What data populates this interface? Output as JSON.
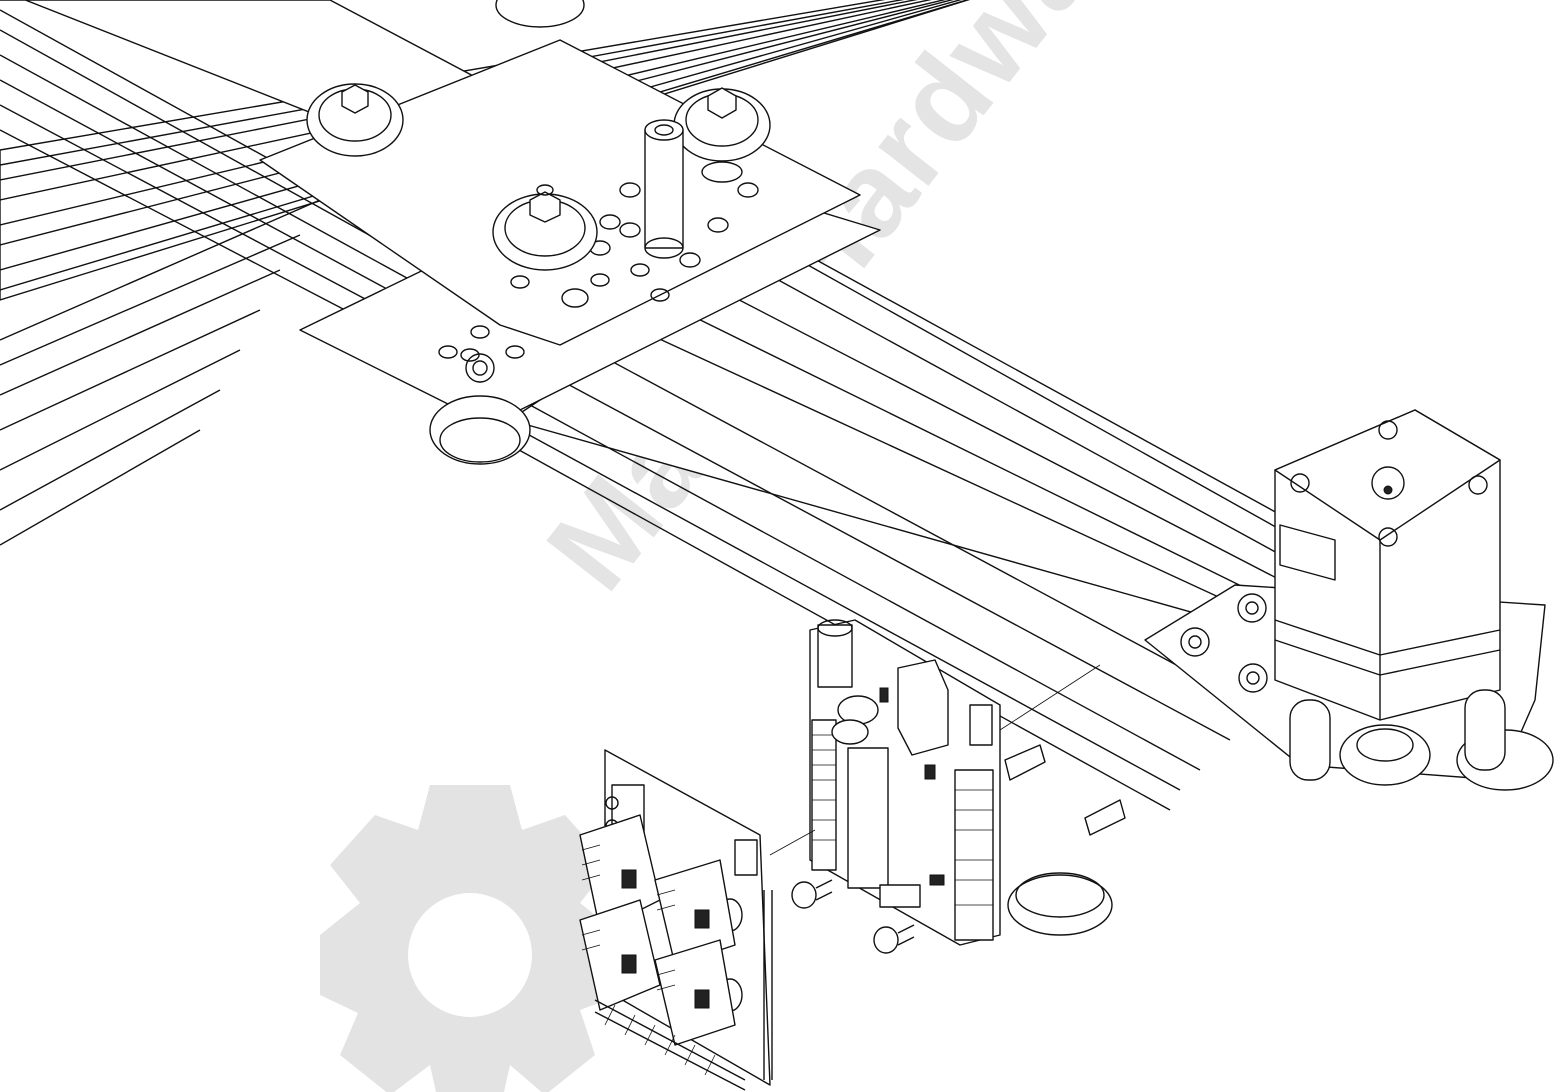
{
  "watermark": {
    "text": "MakerHardware",
    "color": "#e4e4e4",
    "logo_icon": "gear-icon"
  },
  "drawing": {
    "style": "isometric line art",
    "line_color": "#111111",
    "background": "#ffffff",
    "parts": [
      "aluminum-extrusion-rail",
      "gantry-plate",
      "v-wheel",
      "standoff",
      "nema17-stepper-motor",
      "motor-mount-plate",
      "arduino-board",
      "cnc-shield",
      "stepper-driver",
      "m3-screw",
      "brass-standoff"
    ]
  }
}
